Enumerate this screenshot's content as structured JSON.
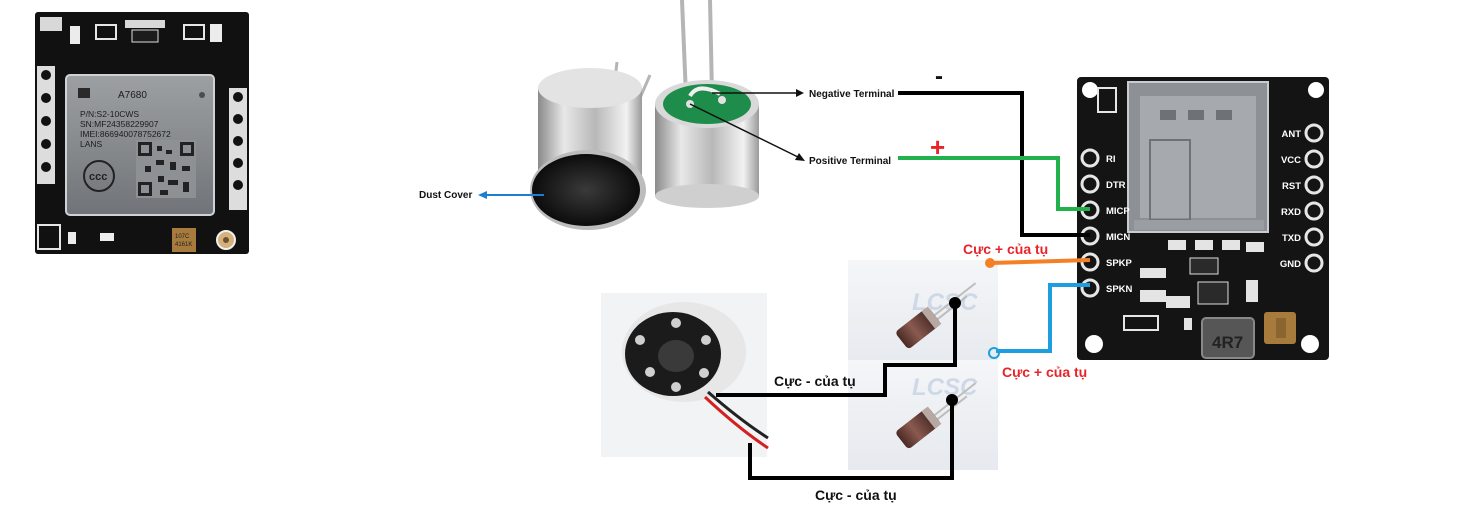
{
  "module_a7680": {
    "chip_lines": [
      "A7680",
      "P/N:S2-10CWS",
      "SN:MF24358229907",
      "IMEI:866940078752672",
      "LANS"
    ],
    "cap_label_1": "107C",
    "cap_label_2": "4161K"
  },
  "microphone": {
    "negative_terminal_label": "Negative Terminal",
    "positive_terminal_label": "Positive Terminal",
    "dust_cover_label": "Dust Cover",
    "minus_sign": "-",
    "plus_sign": "+"
  },
  "board": {
    "pins_left": [
      "RI",
      "DTR",
      "MICP",
      "MICN",
      "SPKP",
      "SPKN"
    ],
    "pins_right": [
      "ANT",
      "VCC",
      "RST",
      "RXD",
      "TXD",
      "GND"
    ],
    "inductor_label": "4R7"
  },
  "capacitors": {
    "watermark": "LCSC",
    "top_pos_label": "Cực + của tụ",
    "bottom_pos_label": "Cực + của tụ",
    "top_neg_label": "Cực - của tụ",
    "bottom_neg_label": "Cực - của tụ"
  },
  "colors": {
    "wire_black": "#000000",
    "wire_green": "#22b14c",
    "wire_orange": "#f47f24",
    "wire_blue": "#1d9ee0",
    "label_red": "#e8232a",
    "pcb": "#141414",
    "mic_green": "#1e8c4a"
  }
}
